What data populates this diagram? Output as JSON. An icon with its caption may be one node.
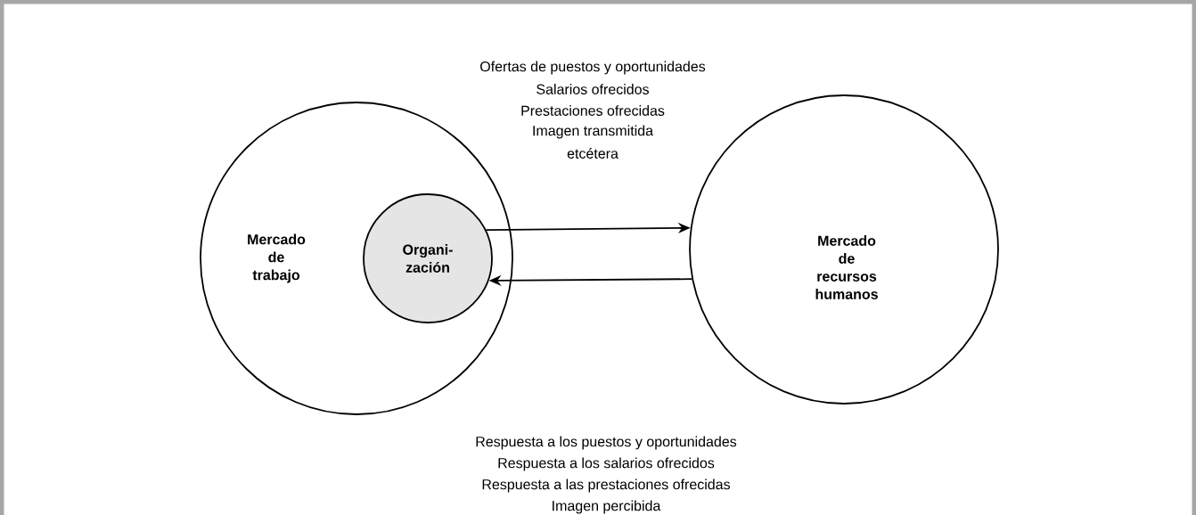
{
  "diagram": {
    "nodes": [
      {
        "text": [
          "Mercado de trabajo"
        ]
      },
      {
        "text": [
          "Organi- zación"
        ],
        "in": 0
      },
      {
        "text": [
          "Mercado de recursos humanos"
        ]
      }
    ],
    "edges": [
      {
        "from": 1,
        "to": 2,
        "arrow": "to"
      },
      {
        "from": 2,
        "to": 1,
        "arrow": "to"
      }
    ],
    "labels": [
      "Ofertas de puestos y oportunidades",
      "Salarios ofrecidos",
      "Prestaciones ofrecidas",
      "Imagen transmitida",
      "etcétera",
      "Respuesta a los puestos y oportunidades",
      "Respuesta a los salarios ofrecidos",
      "Respuesta a las prestaciones ofrecidas",
      "Imagen percibida"
    ]
  }
}
